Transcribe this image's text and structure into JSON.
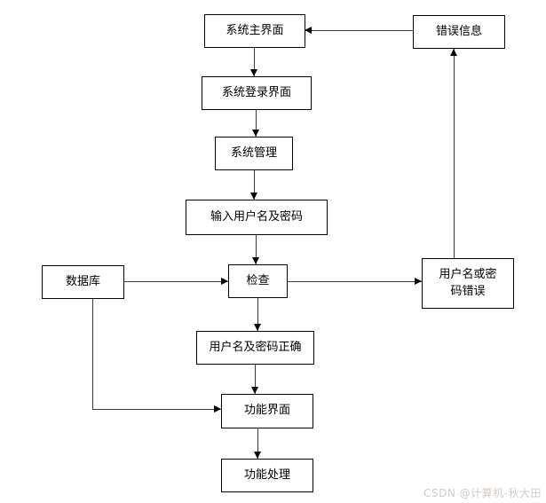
{
  "diagram": {
    "title": "system-login-flowchart",
    "nodes": {
      "main_interface": "系统主界面",
      "error_info": "错误信息",
      "login_interface": "系统登录界面",
      "system_management": "系统管理",
      "input_credentials": "输入用户名及密码",
      "database": "数据库",
      "check": "检查",
      "wrong_credentials": "用户名或密\n码错误",
      "correct_credentials": "用户名及密码正确",
      "function_interface": "功能界面",
      "function_processing": "功能处理"
    },
    "edges": [
      {
        "from": "main_interface",
        "to": "login_interface"
      },
      {
        "from": "login_interface",
        "to": "system_management"
      },
      {
        "from": "system_management",
        "to": "input_credentials"
      },
      {
        "from": "input_credentials",
        "to": "check"
      },
      {
        "from": "database",
        "to": "check"
      },
      {
        "from": "check",
        "to": "wrong_credentials"
      },
      {
        "from": "wrong_credentials",
        "to": "error_info"
      },
      {
        "from": "error_info",
        "to": "main_interface"
      },
      {
        "from": "check",
        "to": "correct_credentials"
      },
      {
        "from": "correct_credentials",
        "to": "function_interface"
      },
      {
        "from": "database",
        "to": "function_interface"
      },
      {
        "from": "function_interface",
        "to": "function_processing"
      }
    ],
    "colors": {
      "background": "#ffffff",
      "box_border": "#000000",
      "text": "#000000",
      "line": "#3c3c3c",
      "watermark": "#d6caca"
    },
    "watermark": "CSDN @计算机-秋大田"
  }
}
